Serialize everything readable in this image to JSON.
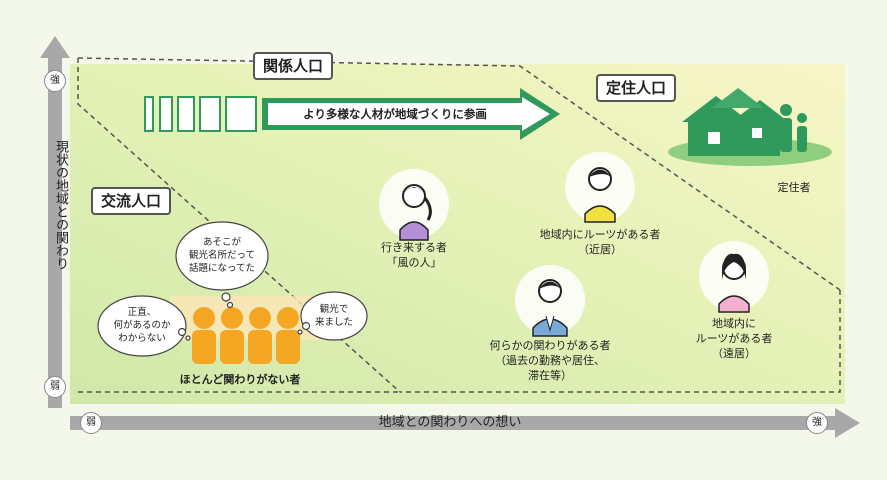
{
  "axes": {
    "y_label": "現状の地域との関わり",
    "x_label": "地域との関わりへの想い",
    "y_strong": "強",
    "y_weak": "弱",
    "x_weak": "弱",
    "x_strong": "強"
  },
  "zones": {
    "kankei": "関係人口",
    "teiju": "定住人口",
    "koryu": "交流人口"
  },
  "arrow_text": "より多様な人材が地域づくりに参画",
  "people": {
    "ikiki": "行き来する者",
    "kaze": "「風の人」",
    "roots_near_1": "地域内にルーツがある者",
    "roots_near_2": "（近居）",
    "kakawari_1": "何らかの関わりがある者",
    "kakawari_2": "（過去の勤務や居住、",
    "kakawari_3": "滞在等）",
    "roots_far_1": "地域内に",
    "roots_far_2": "ルーツがある者",
    "roots_far_3": "（遠居）",
    "teijusha": "定住者",
    "hotondo": "ほとんど関わりがない者"
  },
  "bubbles": {
    "b1_1": "あそこが",
    "b1_2": "観光名所だって",
    "b1_3": "話題になってた",
    "b2_1": "正直、",
    "b2_2": "何があるのか",
    "b2_3": "わからない",
    "b3_1": "観光で",
    "b3_2": "来ました"
  },
  "colors": {
    "background": "#f4f8ea",
    "zone_green": "#d8ecb4",
    "zone_yellow": "#f6f4c4",
    "house_green": "#2f9a5c",
    "crowd_orange": "#f5a623",
    "axis_gray": "#9a9a9a"
  }
}
